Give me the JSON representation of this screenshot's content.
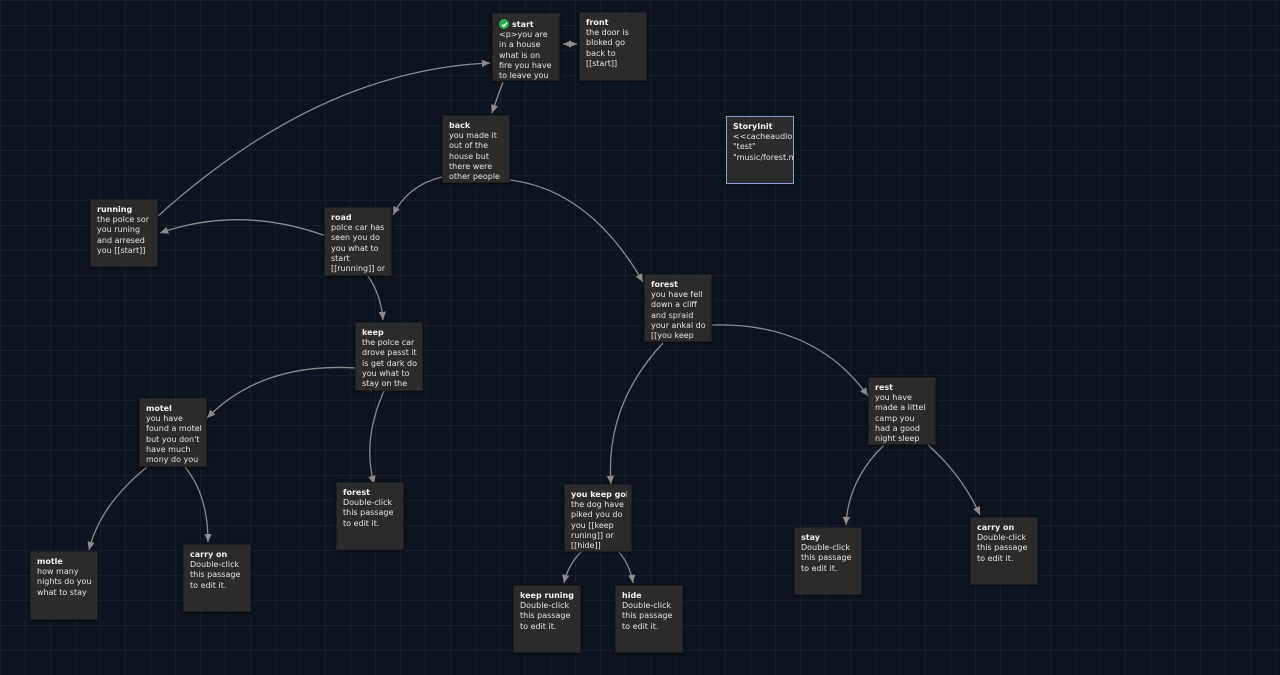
{
  "passages": {
    "start": {
      "title": "start",
      "excerpt": "<p>you are in a house what is on fire you have to leave you have a choce",
      "is_start": true
    },
    "front": {
      "title": "front",
      "excerpt": "the door is bloked go back to [[start]]"
    },
    "back": {
      "title": "back",
      "excerpt": "you made it out of the house but there were other people in th house and"
    },
    "storyinit": {
      "title": "StoryInit",
      "excerpt": "<<cacheaudio \"test\" \"music/forest.mp",
      "selected": true
    },
    "running": {
      "title": "running",
      "excerpt": "the polce sor you runing and arresed you [[start]]"
    },
    "road": {
      "title": "road",
      "excerpt": "polce car has seen you do you what to start [[running]] or [[keep]]"
    },
    "forest_main": {
      "title": "forest",
      "excerpt": "you have fell down a cliff and spraid your ankal do [[you keep going]] or"
    },
    "keep": {
      "title": "keep",
      "excerpt": "the polce car drove passt it is get dark do you what to stay on the road and"
    },
    "rest": {
      "title": "rest",
      "excerpt": "you have made a littel camp you had a good night sleep do you what to [["
    },
    "motel": {
      "title": "motel",
      "excerpt": "you have found a motel but you don't have much mony do you what to"
    },
    "forest_empty": {
      "title": "forest",
      "excerpt": "Double-click this passage to edit it."
    },
    "you_keep_going": {
      "title": "you keep going",
      "excerpt": "the dog have piked you do you [[keep runing]] or [[hide]]"
    },
    "motle": {
      "title": "motle",
      "excerpt": "how many nights do you what to stay"
    },
    "carry_on_left": {
      "title": "carry on",
      "excerpt": "Double-click this passage to edit it."
    },
    "stay": {
      "title": "stay",
      "excerpt": "Double-click this passage to edit it."
    },
    "carry_on_right": {
      "title": "carry on",
      "excerpt": "Double-click this passage to edit it."
    },
    "keep_runing": {
      "title": "keep runing",
      "excerpt": "Double-click this passage to edit it."
    },
    "hide": {
      "title": "hide",
      "excerpt": "Double-click this passage to edit it."
    }
  },
  "icons": {
    "start_icon": "rocket-check-icon"
  },
  "colors": {
    "background": "#0c1420",
    "passage_fill": "#2b2b2b",
    "passage_text": "#e6e6e6",
    "connector": "#8c8c8c",
    "start_badge": "#27b04b",
    "selected_border": "#8aa3e0"
  }
}
